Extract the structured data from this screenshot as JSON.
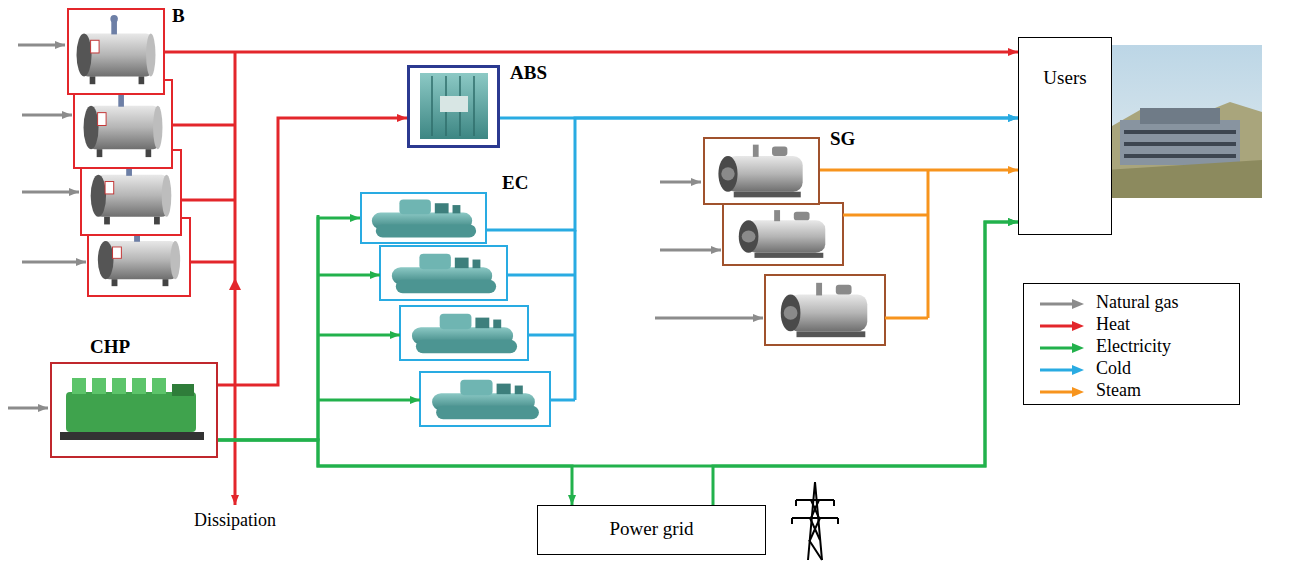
{
  "diagram": {
    "nodes": [
      {
        "text": [
          "B"
        ]
      },
      {
        "text": [
          "ABS"
        ]
      },
      {
        "text": [
          "EC"
        ]
      },
      {
        "text": [
          "SG"
        ]
      },
      {
        "text": [
          "Users"
        ]
      },
      {
        "text": [
          "CHP"
        ]
      },
      {
        "text": [
          "Power grid"
        ]
      }
    ],
    "edges": [
      {
        "from": 0,
        "to": 4,
        "arrow": "to"
      },
      {
        "from": 5,
        "to": 1,
        "arrow": "to"
      },
      {
        "from": 5,
        "to": 2,
        "arrow": "to"
      },
      {
        "from": 5,
        "to": 4,
        "arrow": "to"
      },
      {
        "from": 5,
        "to": 6,
        "arrow": "to"
      },
      {
        "from": 6,
        "to": 4,
        "arrow": "to"
      },
      {
        "from": 1,
        "to": 4,
        "arrow": "to"
      },
      {
        "from": 2,
        "to": 4,
        "arrow": "to"
      },
      {
        "from": 3,
        "to": 4,
        "arrow": "to"
      }
    ],
    "labels": [
      "Dissipation"
    ],
    "legend": [
      {
        "text": "Natural gas"
      },
      {
        "text": "Heat"
      },
      {
        "text": "Electricity"
      },
      {
        "text": "Cold"
      },
      {
        "text": "Steam"
      }
    ]
  }
}
